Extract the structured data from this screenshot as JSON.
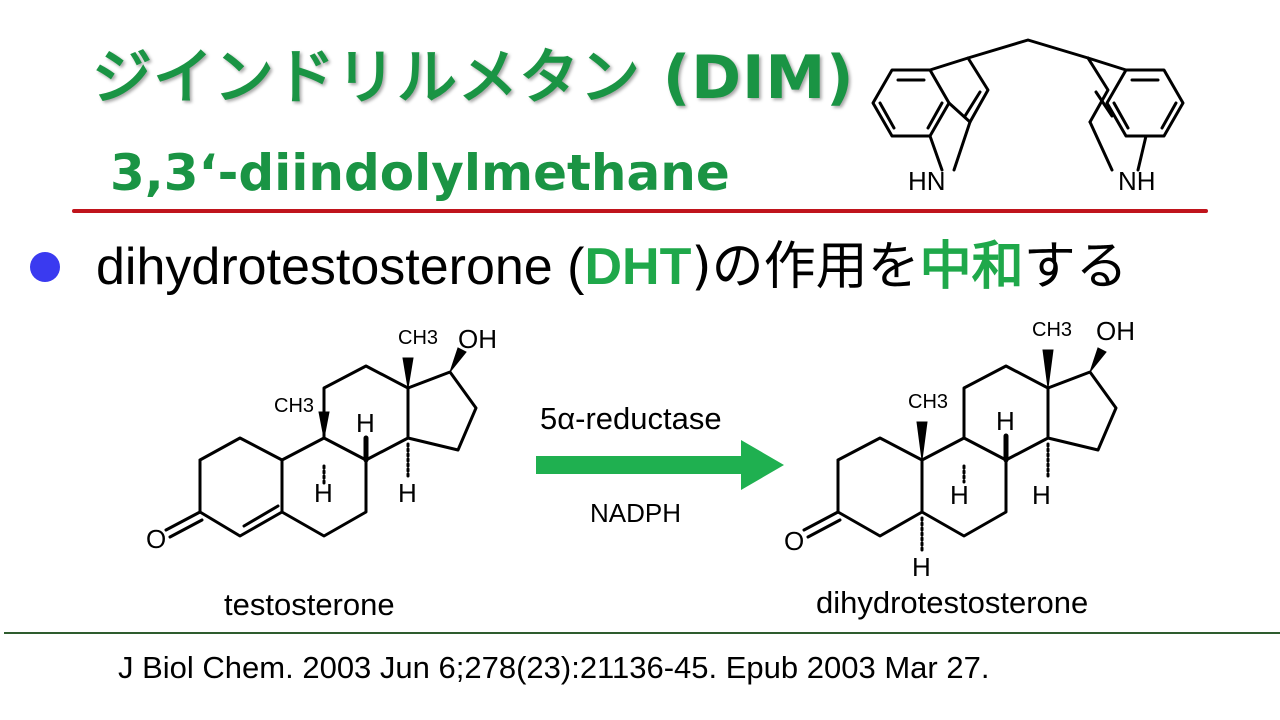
{
  "slide": {
    "title_jp": "ジインドリルメタン (DIM)",
    "title_en": "3,3‘-diindolylmethane",
    "bullet": {
      "part1": "dihydrotestosterone (",
      "abbr": "DHT",
      "part2": ")の作用を",
      "highlight": "中和",
      "part3": "する"
    },
    "reaction": {
      "reactant_name": "testosterone",
      "product_name": "dihydrotestosterone",
      "enzyme": "5α-reductase",
      "cofactor": "NADPH"
    },
    "citation": "J Biol Chem. 2003 Jun 6;278(23):21136-45. Epub 2003 Mar 27."
  },
  "molecules": {
    "dim": {
      "nh_left": "HN",
      "nh_right": "NH"
    },
    "testosterone": {
      "methyl_top": "CH3",
      "methyl_mid": "CH3",
      "hydroxyl": "OH",
      "oxygen": "O",
      "h1": "H",
      "h2": "H",
      "h3": "H"
    },
    "dht": {
      "methyl_top": "CH3",
      "methyl_mid": "CH3",
      "hydroxyl": "OH",
      "oxygen": "O",
      "h1": "H",
      "h2": "H",
      "h3": "H",
      "h4": "H"
    }
  },
  "colors": {
    "title_green": "#1a9444",
    "highlight_green": "#1fa84a",
    "rule_red": "#c0141c",
    "bullet_blue": "#3a3af0",
    "arrow_green": "#1fb050"
  }
}
